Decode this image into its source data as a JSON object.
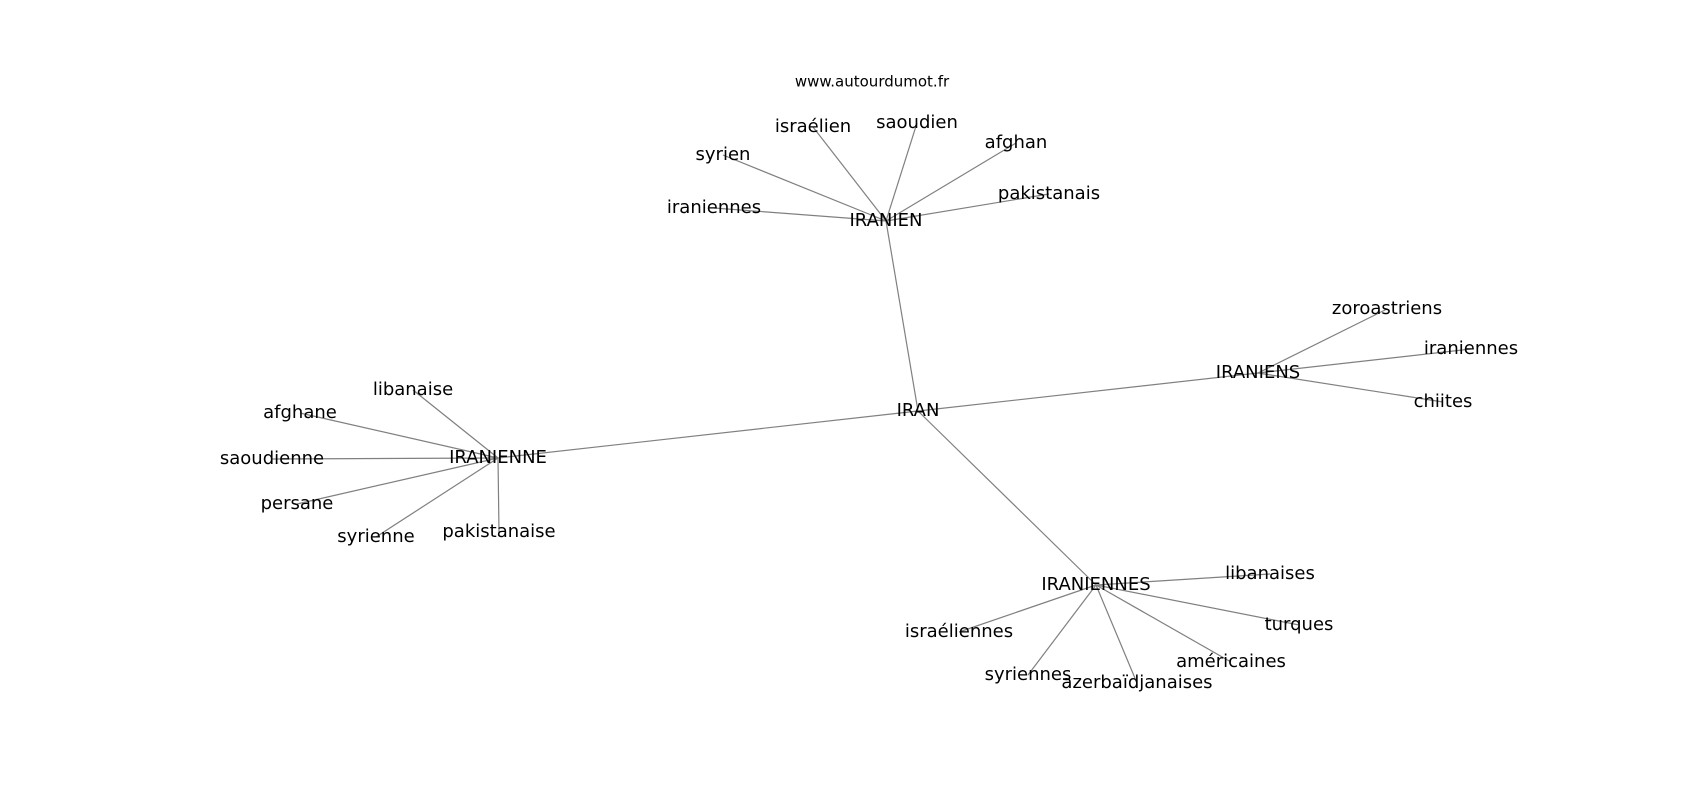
{
  "watermark": "www.autourdumot.fr",
  "colors": {
    "edge": "#808080",
    "text": "#000000",
    "background": "#ffffff"
  },
  "graph": {
    "center": "IRAN",
    "hubs": [
      "IRANIEN",
      "IRANIENNE",
      "IRANIENS",
      "IRANIENNES"
    ],
    "nodes": [
      {
        "id": "iran",
        "label": "IRAN"
      },
      {
        "id": "iranien",
        "label": "IRANIEN"
      },
      {
        "id": "iranienne",
        "label": "IRANIENNE"
      },
      {
        "id": "iraniens",
        "label": "IRANIENS"
      },
      {
        "id": "iraniennes-hub",
        "label": "IRANIENNES"
      },
      {
        "id": "syrien",
        "label": "syrien"
      },
      {
        "id": "israelien",
        "label": "israélien"
      },
      {
        "id": "saoudien",
        "label": "saoudien"
      },
      {
        "id": "afghan",
        "label": "afghan"
      },
      {
        "id": "pakistanais",
        "label": "pakistanais"
      },
      {
        "id": "iraniennes-a",
        "label": "iraniennes"
      },
      {
        "id": "libanaise",
        "label": "libanaise"
      },
      {
        "id": "afghane",
        "label": "afghane"
      },
      {
        "id": "saoudienne",
        "label": "saoudienne"
      },
      {
        "id": "persane",
        "label": "persane"
      },
      {
        "id": "syrienne",
        "label": "syrienne"
      },
      {
        "id": "pakistanaise",
        "label": "pakistanaise"
      },
      {
        "id": "zoroastriens",
        "label": "zoroastriens"
      },
      {
        "id": "iraniennes-b",
        "label": "iraniennes"
      },
      {
        "id": "chiites",
        "label": "chiites"
      },
      {
        "id": "libanaises",
        "label": "libanaises"
      },
      {
        "id": "turques",
        "label": "turques"
      },
      {
        "id": "americaines",
        "label": "américaines"
      },
      {
        "id": "azerbaidjanaises",
        "label": "azerbaïdjanaises"
      },
      {
        "id": "syriennes",
        "label": "syriennes"
      },
      {
        "id": "israeliennes",
        "label": "israéliennes"
      }
    ],
    "edges": [
      [
        "iran",
        "iranien"
      ],
      [
        "iran",
        "iranienne"
      ],
      [
        "iran",
        "iraniens"
      ],
      [
        "iran",
        "iraniennes-hub"
      ],
      [
        "iranien",
        "syrien"
      ],
      [
        "iranien",
        "israelien"
      ],
      [
        "iranien",
        "saoudien"
      ],
      [
        "iranien",
        "afghan"
      ],
      [
        "iranien",
        "pakistanais"
      ],
      [
        "iranien",
        "iraniennes-a"
      ],
      [
        "iranienne",
        "libanaise"
      ],
      [
        "iranienne",
        "afghane"
      ],
      [
        "iranienne",
        "saoudienne"
      ],
      [
        "iranienne",
        "persane"
      ],
      [
        "iranienne",
        "syrienne"
      ],
      [
        "iranienne",
        "pakistanaise"
      ],
      [
        "iraniens",
        "zoroastriens"
      ],
      [
        "iraniens",
        "iraniennes-b"
      ],
      [
        "iraniens",
        "chiites"
      ],
      [
        "iraniennes-hub",
        "libanaises"
      ],
      [
        "iraniennes-hub",
        "turques"
      ],
      [
        "iraniennes-hub",
        "americaines"
      ],
      [
        "iraniennes-hub",
        "azerbaidjanaises"
      ],
      [
        "iraniennes-hub",
        "syriennes"
      ],
      [
        "iraniennes-hub",
        "israeliennes"
      ]
    ]
  }
}
